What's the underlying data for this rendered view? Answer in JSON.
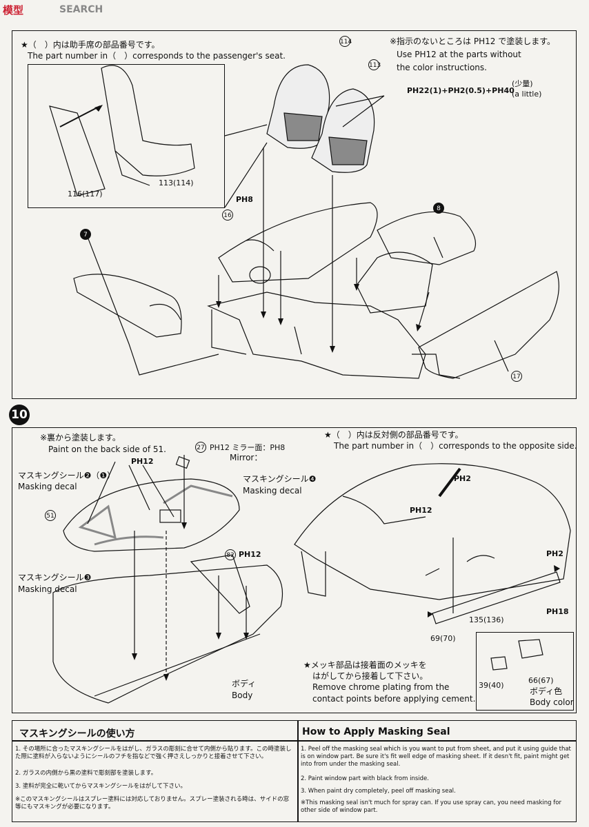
{
  "watermark": {
    "site_jp": "模型",
    "site_en": "SEARCH"
  },
  "step9": {
    "note_star_jp": "★（　）内は助手席の部品番号です。",
    "note_en": "The part number in（　）corresponds to the passenger's seat.",
    "note_right_jp": "※指示のないところは PH12 で塗装します。",
    "note_right_en1": "Use PH12 at the parts without",
    "note_right_en2": "the color instructions.",
    "mix_label": "PH22(1)+PH2(0.5)+PH40",
    "mix_jp": "(少量)",
    "mix_en": "(a little)",
    "part_114": "114",
    "part_113": "113",
    "part_116_117": "116(117)",
    "part_113_114": "113(114)",
    "part_16": "16",
    "ph8": "PH8",
    "step7": "7",
    "step8": "8",
    "part_17": "17"
  },
  "step10": {
    "number": "10",
    "back_jp": "※裏から塗装します。",
    "back_en": "Paint on the back side of 51.",
    "ph12_a": "PH12",
    "part27": "27",
    "mirror_jp": "PH12 ミラー面：PH8",
    "mirror_en": "Mirror：",
    "mask2_jp": "マスキングシール❷（❶）",
    "mask2_en": "Masking decal",
    "mask4_jp": "マスキングシール❹",
    "mask4_en": "Masking decal",
    "part51": "51",
    "mask3_jp": "マスキングシール❸",
    "mask3_en": "Masking decal",
    "part82": "82",
    "ph12_b": "PH12",
    "body_jp": "ボディ",
    "body_en": "Body",
    "opposite_jp": "★（　）内は反対側の部品番号です。",
    "opposite_en": "The part number in（　）corresponds to the opposite side.",
    "ph2_a": "PH2",
    "ph12_c": "PH12",
    "ph2_b": "PH2",
    "ph18": "PH18",
    "part_135_136": "135(136)",
    "part_69_70": "69(70)",
    "chrome_jp1": "★メッキ部品は接着面のメッキを",
    "chrome_jp2": "はがしてから接着して下さい。",
    "chrome_en1": "Remove chrome plating from the",
    "chrome_en2": "contact points before applying cement.",
    "part_39_40": "39(40)",
    "part_66_67": "66(67)",
    "bodycolor_jp": "ボディ色",
    "bodycolor_en": "Body color"
  },
  "instructions": {
    "title_jp": "マスキングシールの使い方",
    "title_en": "How to Apply Masking Seal",
    "jp": [
      "1. その場所に合ったマスキングシールをはがし、ガラスの彫刻に合せて内側から貼ります。この時塗装した際に塗料が入らないようにシールのフチを指などで強く押さえしっかりと接着させて下さい。",
      "2. ガラスの内側から黒の塗料で彫刻部を塗装します。",
      "3. 塗料が完全に乾いてからマスキングシールをはがして下さい。",
      "※このマスキングシールはスプレー塗料には対応しておりません。スプレー塗装される時は、サイドの窓等にもマスキングが必要になります。"
    ],
    "en": [
      "1. Peel off the masking seal which is you want to put from sheet, and put it using guide that is on window part. Be sure it's fit well edge of masking sheet. If it desn't fit, paint might get into from under the masking seal.",
      "2. Paint window part with black from inside.",
      "3. When paint dry completely, peel off masking seal.",
      "※This masking seal isn't much for spray can. If you use spray can, you need masking for other side of window part."
    ]
  }
}
